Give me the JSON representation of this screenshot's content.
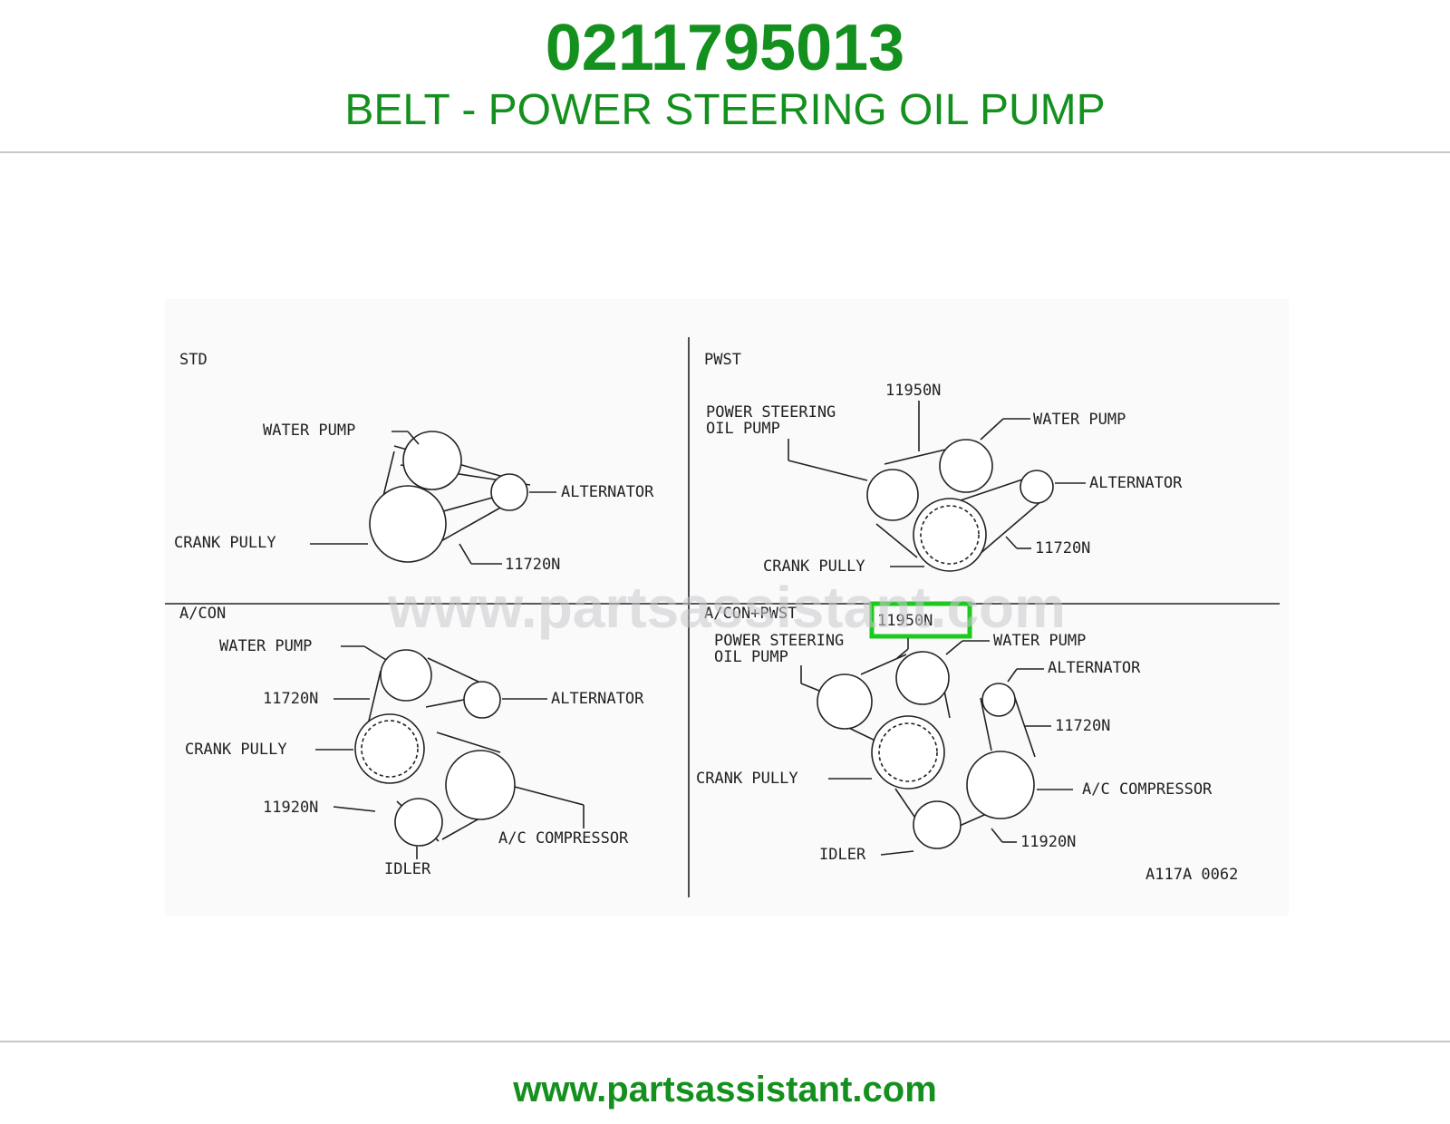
{
  "header": {
    "part_number": "0211795013",
    "part_title": "BELT - POWER STEERING OIL PUMP",
    "accent_color": "#14901e"
  },
  "diagram": {
    "watermark": "www.partsassistant.com",
    "figure_code": "A117A 0062",
    "highlight_color": "#1ec81e",
    "quadrants": {
      "std": {
        "title": "STD",
        "labels": {
          "water_pump": "WATER PUMP",
          "alternator": "ALTERNATOR",
          "crank_pully": "CRANK PULLY",
          "belt": "11720N"
        }
      },
      "pwst": {
        "title": "PWST",
        "labels": {
          "belt_ps": "11950N",
          "ps_pump_1": "POWER STEERING",
          "ps_pump_2": "OIL PUMP",
          "water_pump": "WATER PUMP",
          "alternator": "ALTERNATOR",
          "belt": "11720N",
          "crank_pully": "CRANK PULLY"
        }
      },
      "acon": {
        "title": "A/CON",
        "labels": {
          "water_pump": "WATER PUMP",
          "belt": "11720N",
          "alternator": "ALTERNATOR",
          "crank_pully": "CRANK PULLY",
          "belt_ac": "11920N",
          "ac_compressor": "A/C COMPRESSOR",
          "idler": "IDLER"
        }
      },
      "acon_pwst": {
        "title": "A/CON+PWST",
        "labels": {
          "belt_ps": "11950N",
          "ps_pump_1": "POWER STEERING",
          "ps_pump_2": "OIL PUMP",
          "water_pump": "WATER PUMP",
          "alternator": "ALTERNATOR",
          "belt": "11720N",
          "crank_pully": "CRANK PULLY",
          "ac_compressor": "A/C COMPRESSOR",
          "belt_ac": "11920N",
          "idler": "IDLER"
        }
      }
    }
  },
  "footer": {
    "url": "www.partsassistant.com"
  }
}
